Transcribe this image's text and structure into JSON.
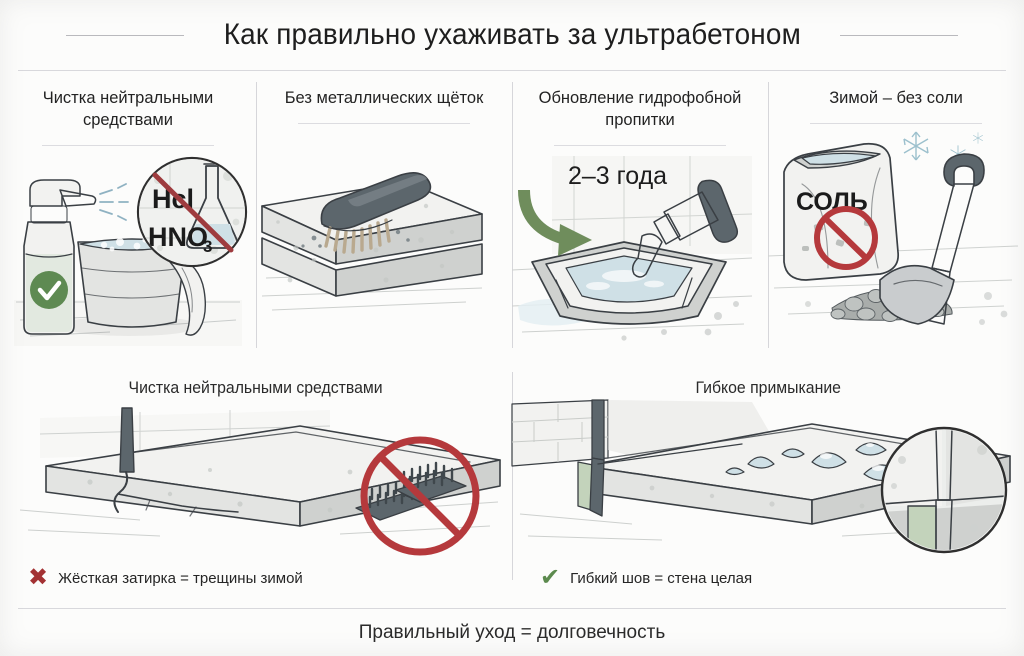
{
  "header": {
    "title": "Как правильно ухаживать за ультрабетоном"
  },
  "top_panels": [
    {
      "title": "Чистка нейтральными средствами",
      "icons": [
        "spray-bottle",
        "check-badge",
        "bucket",
        "cloth",
        "no-acid-inset"
      ],
      "inset_labels": [
        "Hcl",
        "HNO",
        "3"
      ]
    },
    {
      "title": "Без металлических щёток",
      "icons": [
        "scrub-brush",
        "concrete-slab"
      ]
    },
    {
      "title": "Обновление гидрофобной пропитки",
      "icons": [
        "paint-tray",
        "roller-handle",
        "green-curved-arrow"
      ],
      "annotation": "2–3 года"
    },
    {
      "title": "Зимой – без соли",
      "icons": [
        "salt-sack",
        "prohibition-sign",
        "shovel",
        "gravel",
        "snowflake"
      ],
      "sack_label": "СОЛЬ"
    }
  ],
  "bottom_panels": [
    {
      "title": "Чистка нейтральными средствами",
      "icons": [
        "cracked-slab",
        "wire-brush",
        "prohibition-sign"
      ],
      "caption_mark": "✖",
      "caption_mark_name": "cross-icon",
      "caption": "Жёсткая затирка = трещины зимой"
    },
    {
      "title": "Гибкое примыкание",
      "icons": [
        "slab-with-water-beads",
        "flexible-green-joint",
        "magnifier-inset"
      ],
      "caption_mark": "✔",
      "caption_mark_name": "check-icon",
      "caption": "Гибкий шов = стена целая"
    }
  ],
  "footer": {
    "text": "Правильный уход = долговечность"
  },
  "colors": {
    "background": "#fcfcfb",
    "ink": "#3a3f44",
    "rule": "#d8d8dc",
    "red": "#b5393c",
    "green": "#6f8d5c",
    "green_check": "#5c8a4e",
    "red_cross": "#a33133",
    "water": "#cfe0e6",
    "joint_green": "#c3d3bb"
  }
}
